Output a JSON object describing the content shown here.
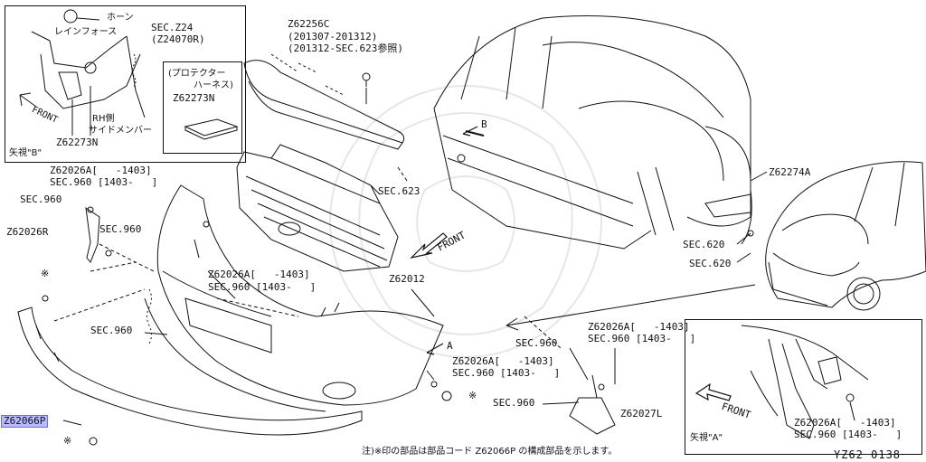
{
  "inset_b": {
    "labels": {
      "horn": "ホーン",
      "reinforce": "レインフォース",
      "sec_z24": "SEC.Z24",
      "z24070r": "(Z24070R)",
      "front": "FRONT",
      "rh_side": "RH側",
      "side_member": "サイドメンバー",
      "z62273n": "Z62273N",
      "view": "矢視\"B\""
    },
    "protector": {
      "line1": "(プロテクター",
      "line2": "ハーネス)",
      "code": "Z62273N"
    }
  },
  "parts": {
    "z62256c": "Z62256C",
    "z62256c_range1": "(201307-201312)",
    "z62256c_range2": "(201312-SEC.623参照)",
    "sec623": "SEC.623",
    "z62274a": "Z62274A",
    "sec620_a": "SEC.620",
    "sec620_b": "SEC.620",
    "left_clip_code": "Z62026A[   -1403]",
    "left_clip_sec": "SEC.960 [1403-   ]",
    "sec960_left": "SEC.960",
    "z62026r": "Z62026R",
    "sec960_mid": "SEC.960",
    "grille_clip_code": "Z62026A[   -1403]",
    "grille_clip_sec": "SEC.960 [1403-   ]",
    "z62012": "Z62012",
    "sec960_bumper": "SEC.960",
    "arrow_a": "A",
    "bumper_clip_code": "Z62026A[   -1403]",
    "bumper_clip_sec": "SEC.960 [1403-   ]",
    "star_mark": "※",
    "sec960_bracket": "SEC.960",
    "bracket_clip_code": "Z62026A[   -1403]",
    "bracket_clip_sec": "SEC.960 [1403-   ]",
    "sec960_lower": "SEC.960",
    "z62027l": "Z62027L",
    "z62066p": "Z62066P",
    "front_main": "FRONT",
    "arrow_b": "B"
  },
  "inset_a": {
    "front": "FRONT",
    "view": "矢視\"A\"",
    "clip_code": "Z62026A[   -1403]",
    "clip_sec": "SEC.960 [1403-   ]"
  },
  "footnote": "注)※印の部品は部品コード Z62066P の構成部品を示します。",
  "page_code": "YZ62  0138"
}
